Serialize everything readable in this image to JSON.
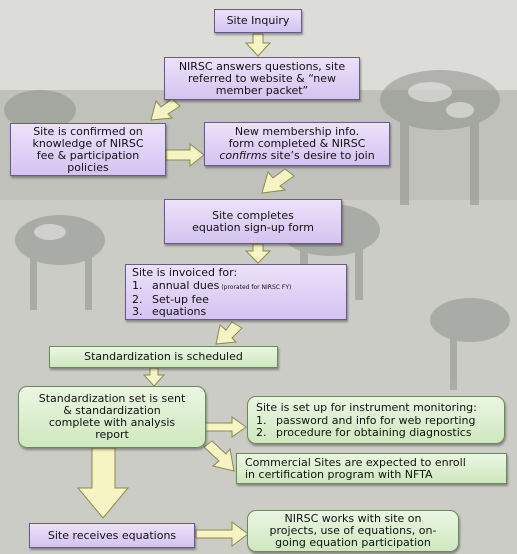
{
  "colors": {
    "purple_fill": "#dccbf5",
    "green_fill": "#d8edca",
    "arrow_fill": "#f7f4c4",
    "arrow_stroke": "#8a8a50"
  },
  "nodes": {
    "site_inquiry": "Site Inquiry",
    "nirsc_answers": {
      "line1": "NIRSC answers questions, site",
      "line2": "referred to website & “new",
      "line3": "member packet”"
    },
    "confirmed": {
      "line1": "Site is confirmed on",
      "line2": "knowledge of NIRSC",
      "line3": "fee & participation",
      "line4": "policies"
    },
    "new_membership": {
      "line1": "New membership info.",
      "line2": "form completed & NIRSC",
      "line3_italic": "confirms",
      "line3_rest": " site’s desire to join"
    },
    "completes": {
      "line1": "Site completes",
      "line2": "equation sign-up form"
    },
    "invoiced": {
      "heading": "Site is invoiced for:",
      "items": [
        {
          "num": "1.",
          "text": "annual dues",
          "note": " (prorated for NIRSC FY)"
        },
        {
          "num": "2.",
          "text": "Set-up fee",
          "note": ""
        },
        {
          "num": "3.",
          "text": "equations",
          "note": ""
        }
      ]
    },
    "scheduled": "Standardization is scheduled",
    "std_set": {
      "line1": "Standardization set is sent",
      "line2": "& standardization",
      "line3": "complete with analysis",
      "line4": "report"
    },
    "monitoring": {
      "heading": "Site is set up for instrument monitoring:",
      "items": [
        {
          "num": "1.",
          "text": "password and info for web reporting"
        },
        {
          "num": "2.",
          "text": "procedure for obtaining diagnostics"
        }
      ]
    },
    "commercial": {
      "line1": "Commercial Sites are expected to enroll",
      "line2": "in certification program with NFTA"
    },
    "receives": "Site receives equations",
    "works_with": {
      "line1": "NIRSC works with site on",
      "line2": "projects, use of equations, on-",
      "line3": "going equation participation"
    }
  }
}
